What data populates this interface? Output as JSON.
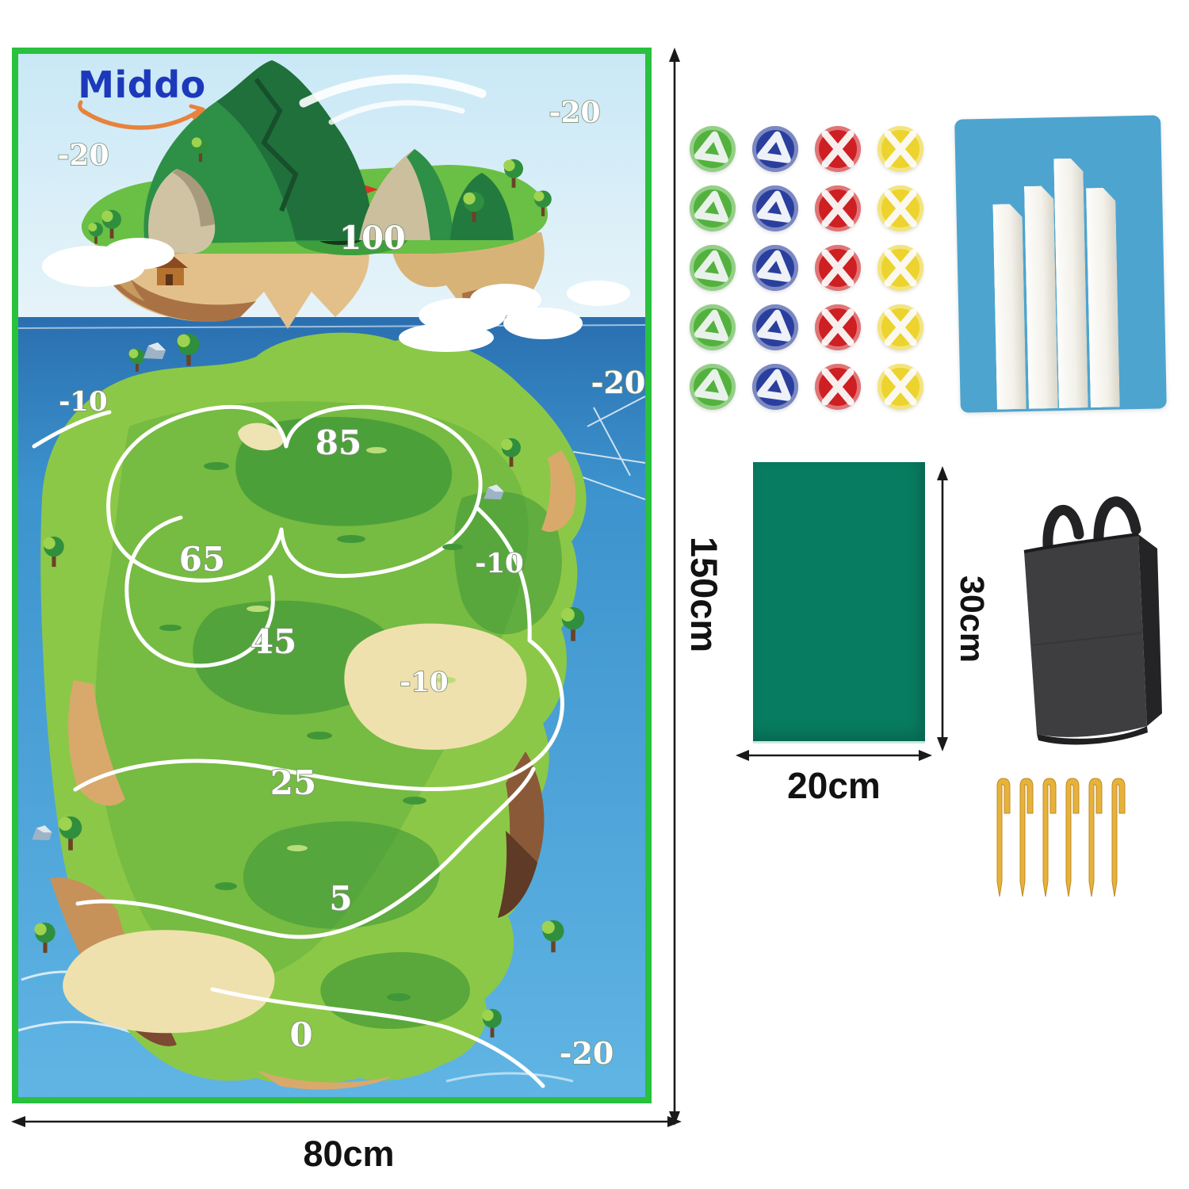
{
  "brand": {
    "name": "Middo",
    "text_color": "#1c39bb",
    "swoosh_color": "#e8823c"
  },
  "mat": {
    "border_color": "#29c13e",
    "scores": {
      "sky_top_left": "-20",
      "sky_top_right": "-20",
      "hole": "100",
      "water_right": "-20",
      "green_left": "-10",
      "zone_85": "85",
      "zone_65": "65",
      "green_right": "-10",
      "zone_45": "45",
      "bunker": "-10",
      "zone_25": "25",
      "zone_5": "5",
      "zone_0": "0",
      "water_bottom_right": "-20"
    }
  },
  "dimensions": {
    "mat_height": "150cm",
    "mat_width": "80cm",
    "chip_mat_width": "20cm",
    "chip_mat_height": "30cm"
  },
  "kit": {
    "balls": {
      "rows": 5,
      "colors": [
        {
          "name": "green",
          "hex": "#53b23e",
          "stripe": "#e9f2ea"
        },
        {
          "name": "blue",
          "hex": "#2a3f9d",
          "stripe": "#eef1f7"
        },
        {
          "name": "red",
          "hex": "#ce1f22",
          "stripe": "#f7eeee"
        },
        {
          "name": "yellow",
          "hex": "#ecd32e",
          "stripe": "#fbf8f0"
        }
      ],
      "pattern_by_color": {
        "green": "triangle",
        "blue": "triangle",
        "red": "cross",
        "yellow": "cross"
      }
    },
    "sticks": {
      "count": 4,
      "panel_color": "#4da4cf",
      "stick_color": "#f4f1ea"
    },
    "chip_mat_color": "#087c60",
    "bag_color": "#3e3e41",
    "stakes": {
      "count": 6,
      "color": "#e7b23a"
    }
  }
}
